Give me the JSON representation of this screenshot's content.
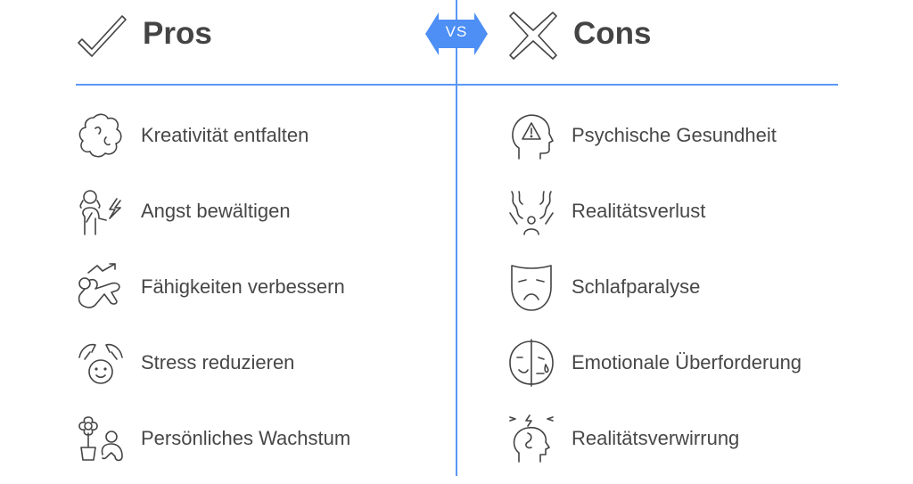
{
  "pros": {
    "title": "Pros",
    "items": [
      "Kreativität entfalten",
      "Angst bewältigen",
      "Fähigkeiten verbessern",
      "Stress reduzieren",
      "Persönliches Wachstum"
    ]
  },
  "cons": {
    "title": "Cons",
    "items": [
      "Psychische Gesundheit",
      "Realitätsverlust",
      "Schlafparalyse",
      "Emotionale Überforderung",
      "Realitätsverwirrung"
    ]
  },
  "vs": "VS",
  "colors": {
    "accent": "#5b97f5",
    "text": "#474747"
  }
}
